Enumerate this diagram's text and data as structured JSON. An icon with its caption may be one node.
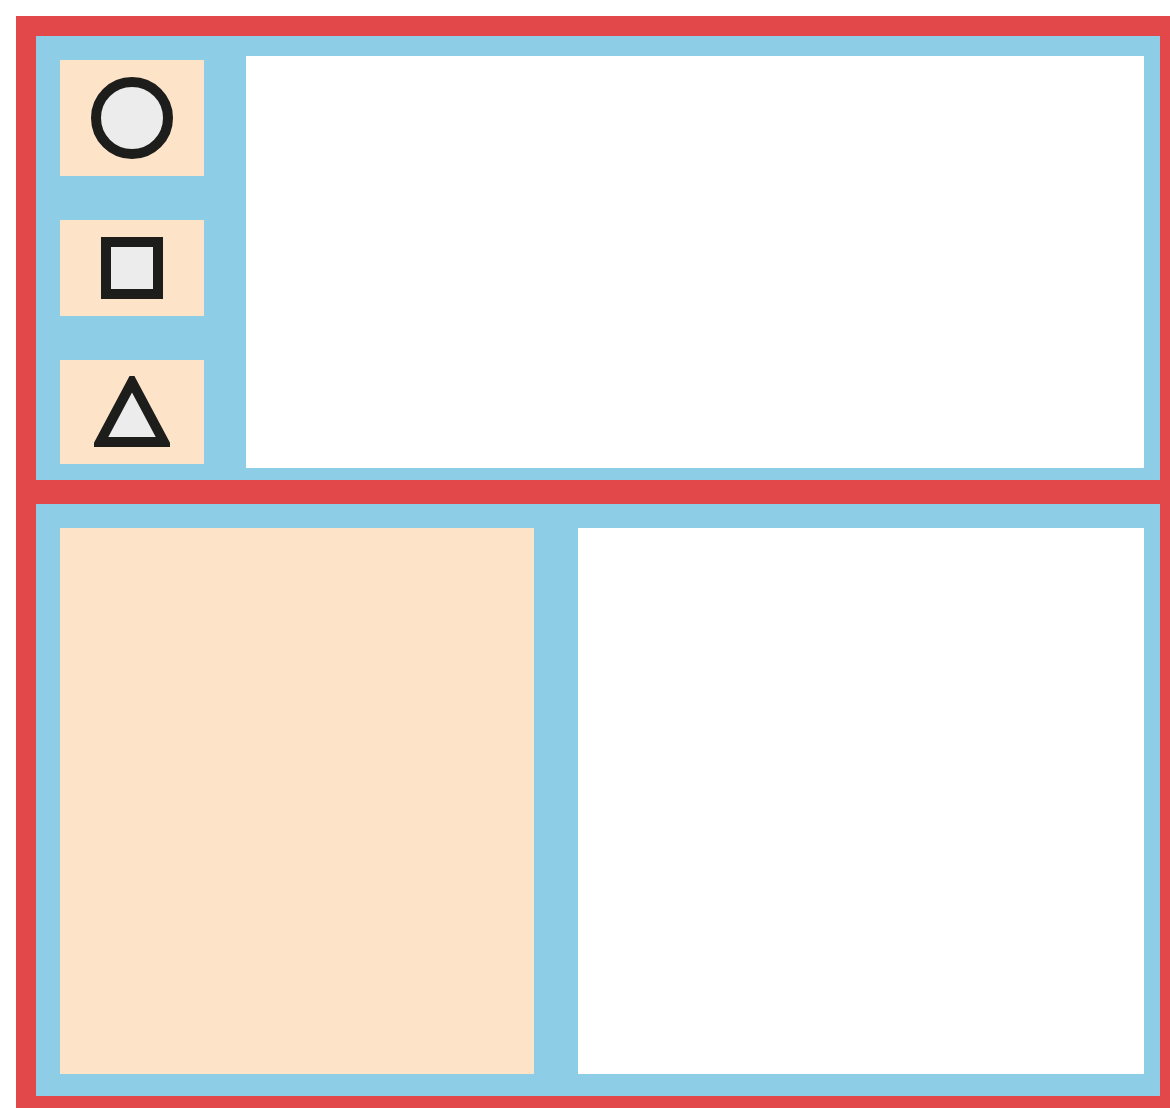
{
  "diagram": {
    "nodes": [
      {
        "text": [],
        "shape": "box"
      },
      {
        "text": [],
        "shape": "box",
        "in": 0
      },
      {
        "text": [],
        "shape": "circle",
        "in": 1
      },
      {
        "text": [],
        "shape": "box",
        "in": 0
      },
      {
        "text": [],
        "shape": "box",
        "in": 3
      },
      {
        "text": [],
        "shape": "box",
        "in": 0
      },
      {
        "text": [],
        "shape": "triangle",
        "in": 5
      },
      {
        "text": [],
        "shape": "box",
        "in": 0
      },
      {
        "text": [],
        "shape": "box"
      },
      {
        "text": [],
        "shape": "box",
        "in": 8
      },
      {
        "text": [],
        "shape": "box",
        "in": 8
      }
    ]
  }
}
